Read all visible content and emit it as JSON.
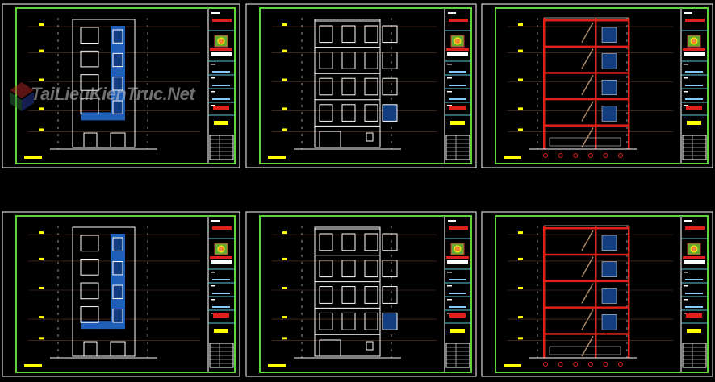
{
  "watermark": {
    "text": "TaiLieuKienTruc.Net"
  },
  "colors": {
    "background": "#000000",
    "frame": "#5fd33a",
    "border": "#ffffff",
    "wall_fill": "#1f5fb8",
    "section_red": "#e0201a",
    "highlight": "#ffff00",
    "cyan": "#5fc8d8"
  },
  "sheets": [
    {
      "kind": "plan-elevation"
    },
    {
      "kind": "elevation"
    },
    {
      "kind": "section"
    },
    {
      "kind": "plan-elevation"
    },
    {
      "kind": "elevation"
    },
    {
      "kind": "section"
    }
  ]
}
